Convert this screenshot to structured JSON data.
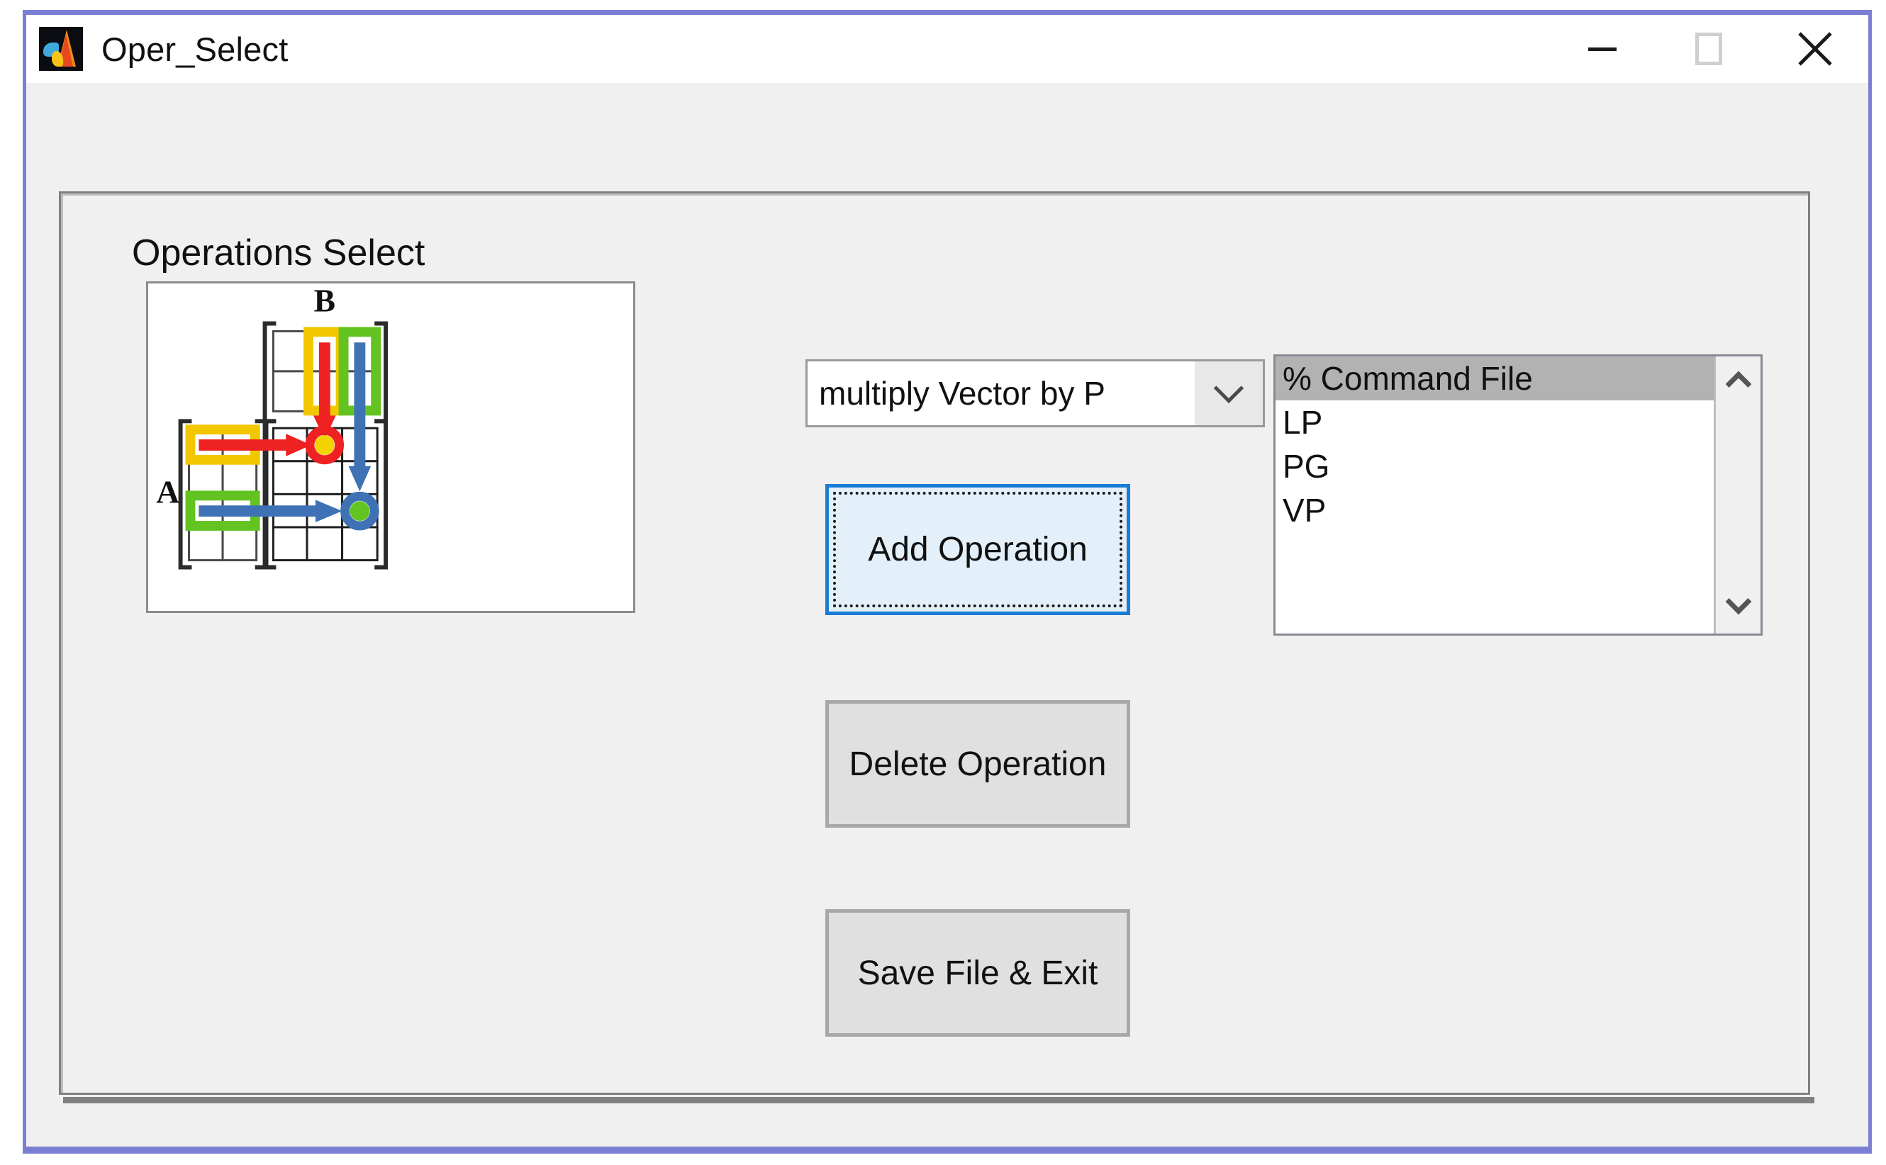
{
  "window": {
    "title": "Oper_Select",
    "icon": "matlab-icon",
    "controls": {
      "minimize": "minimize-icon",
      "maximize": "maximize-icon",
      "close": "close-icon"
    },
    "border_color": "#7b7fd4"
  },
  "panel": {
    "heading": "Operations Select"
  },
  "diagram": {
    "label_a": "A",
    "label_b": "B",
    "description": "matrix-multiplication-illustration",
    "colors": {
      "yellow": "#f2c700",
      "green": "#63c321",
      "red": "#ee2222",
      "blue": "#3f72b5",
      "grid": "#3c3c3c"
    },
    "matrix_a": {
      "rows": 4,
      "cols": 2,
      "highlight_rows": [
        1,
        3
      ]
    },
    "matrix_b": {
      "rows": 2,
      "cols": 3,
      "highlight_cols": [
        2,
        3
      ]
    },
    "matrix_c": {
      "rows": 4,
      "cols": 3,
      "dots": [
        {
          "row": 1,
          "col": 2,
          "fill": "#f2d400",
          "ring": "#ee2222"
        },
        {
          "row": 3,
          "col": 3,
          "fill": "#63c321",
          "ring": "#3f72b5"
        }
      ]
    }
  },
  "dropdown": {
    "value": "multiply Vector by P",
    "arrow": "chevron-down-icon"
  },
  "buttons": {
    "add": "Add Operation",
    "delete": "Delete Operation",
    "save": "Save File & Exit"
  },
  "listbox": {
    "items": [
      {
        "text": "% Command File",
        "selected": true
      },
      {
        "text": "LP",
        "selected": false
      },
      {
        "text": "PG",
        "selected": false
      },
      {
        "text": "VP",
        "selected": false
      }
    ],
    "scroll_up": "chevron-up-icon",
    "scroll_down": "chevron-down-icon"
  }
}
